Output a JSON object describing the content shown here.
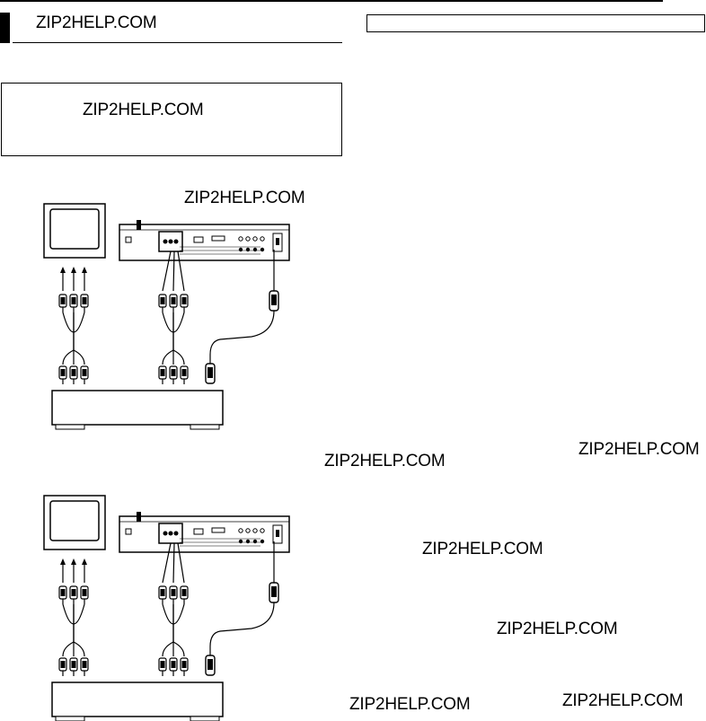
{
  "watermark_text": "ZIP2HELP.COM",
  "watermarks": [
    {
      "id": "wm-header",
      "text": "ZIP2HELP.COM"
    },
    {
      "id": "wm-notebox",
      "text": "ZIP2HELP.COM"
    },
    {
      "id": "wm-diagram1",
      "text": "ZIP2HELP.COM"
    },
    {
      "id": "wm-mid-left",
      "text": "ZIP2HELP.COM"
    },
    {
      "id": "wm-mid-right",
      "text": "ZIP2HELP.COM"
    },
    {
      "id": "wm-right-1",
      "text": "ZIP2HELP.COM"
    },
    {
      "id": "wm-right-2",
      "text": "ZIP2HELP.COM"
    },
    {
      "id": "wm-bottom-1",
      "text": "ZIP2HELP.COM"
    },
    {
      "id": "wm-bottom-2",
      "text": "ZIP2HELP.COM"
    }
  ],
  "diagrams": [
    {
      "name": "connection-diagram-1"
    },
    {
      "name": "connection-diagram-2"
    }
  ]
}
